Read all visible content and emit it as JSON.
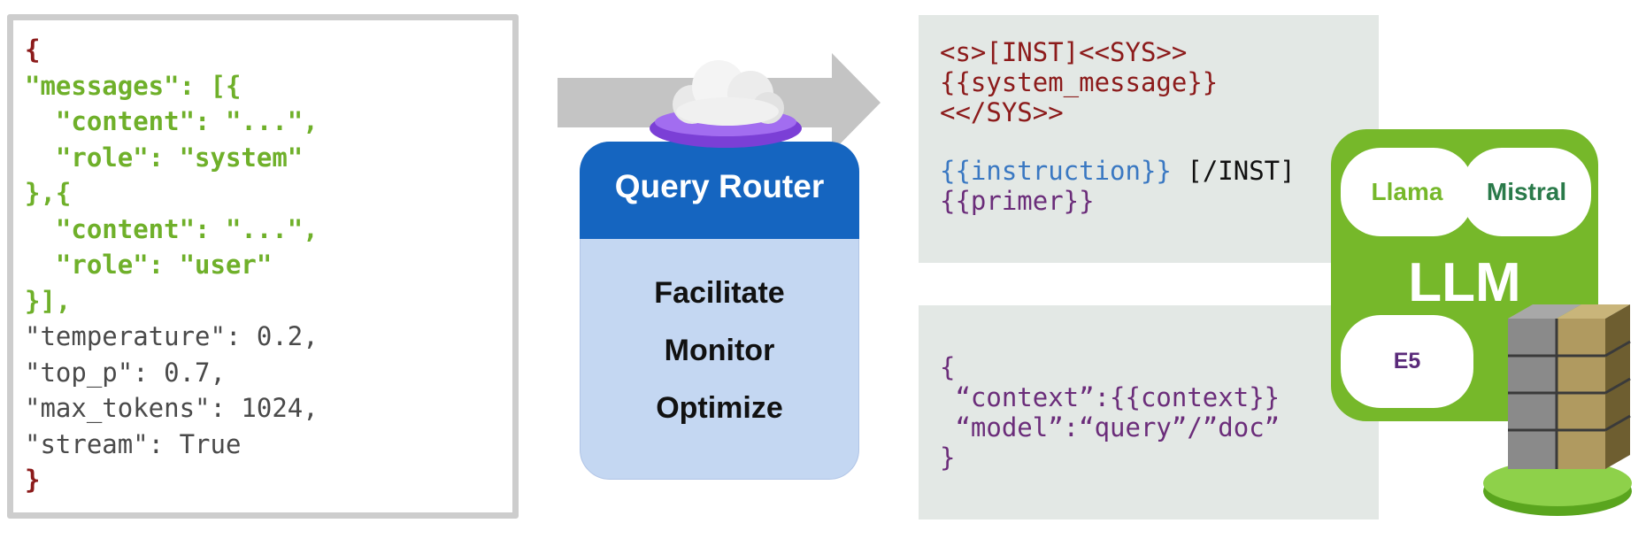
{
  "json_request": {
    "lines": [
      {
        "text": "{",
        "color": "red"
      },
      {
        "text": "\"messages\": [{",
        "color": "green"
      },
      {
        "text": "  \"content\": \"...\",",
        "color": "green"
      },
      {
        "text": "  \"role\": \"system\"",
        "color": "green"
      },
      {
        "text": "},{",
        "color": "green"
      },
      {
        "text": "  \"content\": \"...\",",
        "color": "green"
      },
      {
        "text": "  \"role\": \"user\"",
        "color": "green"
      },
      {
        "text": "}],",
        "color": "green"
      },
      {
        "text": "\"temperature\": 0.2,",
        "color": "gray"
      },
      {
        "text": "\"top_p\": 0.7,",
        "color": "gray"
      },
      {
        "text": "\"max_tokens\": 1024,",
        "color": "gray"
      },
      {
        "text": "\"stream\": True",
        "color": "gray"
      },
      {
        "text": "}",
        "color": "red"
      }
    ]
  },
  "router": {
    "title": "Query Router",
    "items": [
      "Facilitate",
      "Monitor",
      "Optimize"
    ]
  },
  "prompt_template": {
    "line1": "<s>[INST]<<SYS>>",
    "line2": "{{system_message}}",
    "line3": "<</SYS>>",
    "line4_instruction": "{{instruction}}",
    "line4_end": " [/INST]",
    "line5": "{{primer}}"
  },
  "embedding_template": {
    "line1": "{",
    "line2": " “context”:{{context}}",
    "line3": " “model”:“query”/”doc”",
    "line4": "}"
  },
  "llm": {
    "label": "LLM",
    "models": [
      "Llama",
      "Mistral",
      "E5"
    ]
  },
  "colors": {
    "json_red": "#8c1b1b",
    "json_green": "#6fb02a",
    "router_blue": "#1565c0",
    "router_body": "#c4d7f2",
    "llm_green": "#76b82a",
    "panel_gray": "#e3e8e5"
  }
}
